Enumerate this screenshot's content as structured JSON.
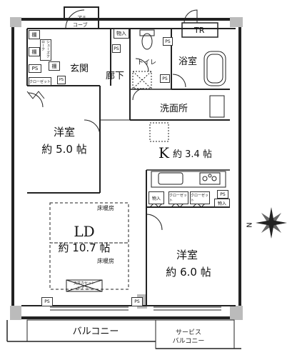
{
  "rooms": {
    "western1": {
      "name": "洋室",
      "size": "約 5.0 帖"
    },
    "western2": {
      "name": "洋室",
      "size": "約 6.0 帖"
    },
    "ld": {
      "name": "LD",
      "size": "約 10.7 帖"
    },
    "kitchen": {
      "name": "K",
      "size": "約 3.4 帖"
    },
    "entrance": "玄関",
    "hallway": "廊下",
    "toilet": "トイレ",
    "bath": "浴室",
    "washroom": "洗面所",
    "balcony": "バルコニー",
    "service_balcony_1": "サービス",
    "service_balcony_2": "バルコニー",
    "alcove_1": "アル",
    "alcove_2": "コーブ"
  },
  "storage": {
    "shelf": "棚",
    "shoes_closet": "シューズクローク",
    "closet": "クローゼット",
    "storage": "物入",
    "small_storage": "物入"
  },
  "labels": {
    "floor_heating_1": "床暖房",
    "floor_heating_2": "床暖房",
    "ceiling_cassette": "天井カセット",
    "aircon": "エアコン",
    "ps": "PS",
    "tr": "TR"
  },
  "compass": {
    "north": "N"
  }
}
